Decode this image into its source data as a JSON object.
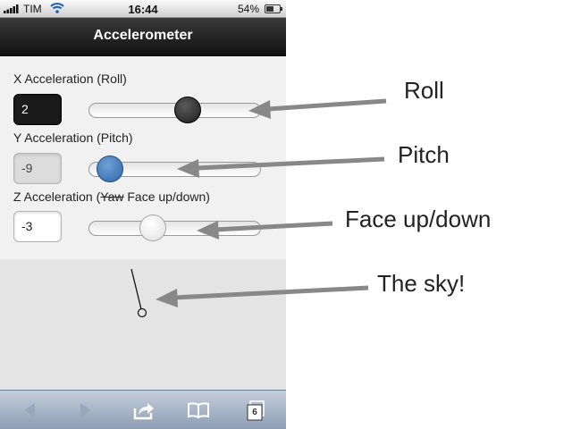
{
  "status_bar": {
    "carrier": "TIM",
    "time": "16:44",
    "battery": "54%"
  },
  "title": "Accelerometer",
  "x": {
    "label": "X Acceleration (Roll)",
    "value": "2",
    "slider_fraction": 0.59
  },
  "y": {
    "label": "Y Acceleration (Pitch)",
    "value": "-9",
    "slider_fraction": 0.05
  },
  "z": {
    "label_prefix": "Z Acceleration (",
    "label_struck": "Yaw",
    "label_suffix": " Face up/down)",
    "value": "-3",
    "slider_fraction": 0.35
  },
  "toolbar": {
    "icons": [
      "back-icon",
      "forward-icon",
      "share-icon",
      "bookmarks-icon",
      "tabs-icon"
    ],
    "tabs_count": "6"
  },
  "annotations": {
    "roll": "Roll",
    "pitch": "Pitch",
    "face": "Face up/down",
    "sky": "The sky!"
  },
  "colors": {
    "annotation_arrow": "#888888",
    "title_bar": "#1a1a1a",
    "y_thumb": "#3b73b3"
  }
}
